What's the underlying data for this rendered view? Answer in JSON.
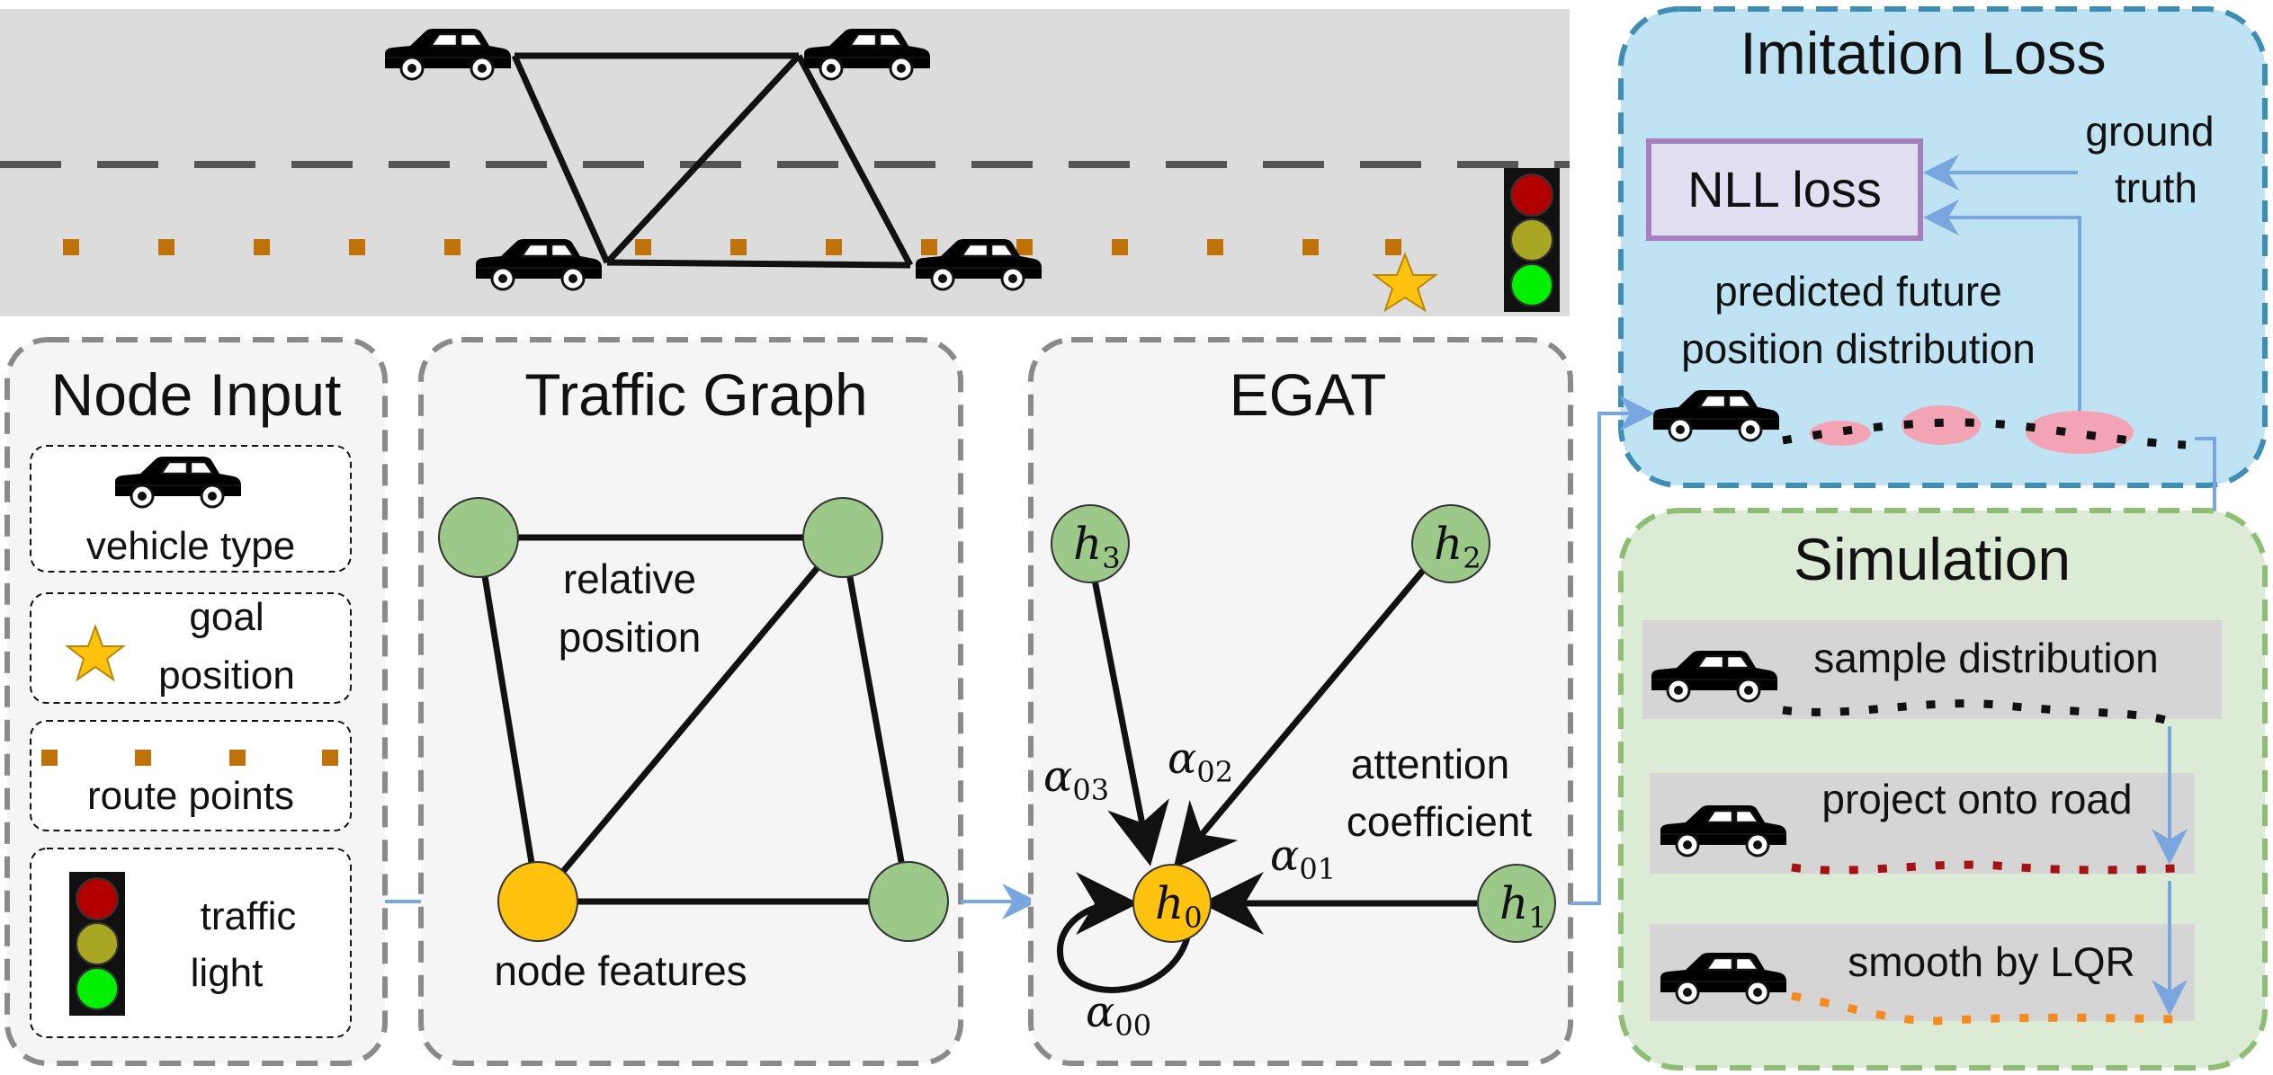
{
  "panels": {
    "node_input": {
      "title": "Node Input",
      "items": [
        {
          "label_lines": [
            "vehicle type"
          ],
          "icon": "car-icon"
        },
        {
          "label_lines": [
            "goal",
            "position"
          ],
          "icon": "star-icon"
        },
        {
          "label_lines": [
            "route points"
          ],
          "icon": "route-points-icon"
        },
        {
          "label_lines": [
            "traffic",
            "light"
          ],
          "icon": "traffic-light-icon"
        }
      ]
    },
    "traffic_graph": {
      "title": "Traffic Graph",
      "edge_label_lines": [
        "relative",
        "position"
      ],
      "node_label": "node features"
    },
    "egat": {
      "title": "EGAT",
      "node_h0": "h",
      "node_h0_sub": "0",
      "node_h1": "h",
      "node_h1_sub": "1",
      "node_h2": "h",
      "node_h2_sub": "2",
      "node_h3": "h",
      "node_h3_sub": "3",
      "alpha": "α",
      "alpha_00": "00",
      "alpha_01": "01",
      "alpha_02": "02",
      "alpha_03": "03",
      "attention_lines": [
        "attention",
        "coefficient"
      ]
    },
    "imitation_loss": {
      "title": "Imitation Loss",
      "nll_label": "NLL loss",
      "ground_truth_lines": [
        "ground",
        "truth"
      ],
      "predicted_lines": [
        "predicted future",
        "position distribution"
      ]
    },
    "simulation": {
      "title": "Simulation",
      "steps": [
        "sample distribution",
        "project onto road",
        "smooth by LQR"
      ]
    }
  },
  "colors": {
    "ego_car": "#FFC20E",
    "other_car": "#9CC98A",
    "route_point": "#C0720A",
    "imitation_bg": "#BFE3F2",
    "imitation_border": "#3D8DB5",
    "simulation_bg": "#DCEBD5",
    "simulation_border": "#8DBE73",
    "panel_bg": "#F5F5F5",
    "panel_border": "#8A8A8A",
    "arrow_blue": "#7AA6E0",
    "nll_border": "#A680BC",
    "distribution_pink": "#F2A3B4",
    "projected_dots": "#A51212",
    "smoothed_dots": "#F58A1F",
    "road": "#DCDCDC"
  }
}
